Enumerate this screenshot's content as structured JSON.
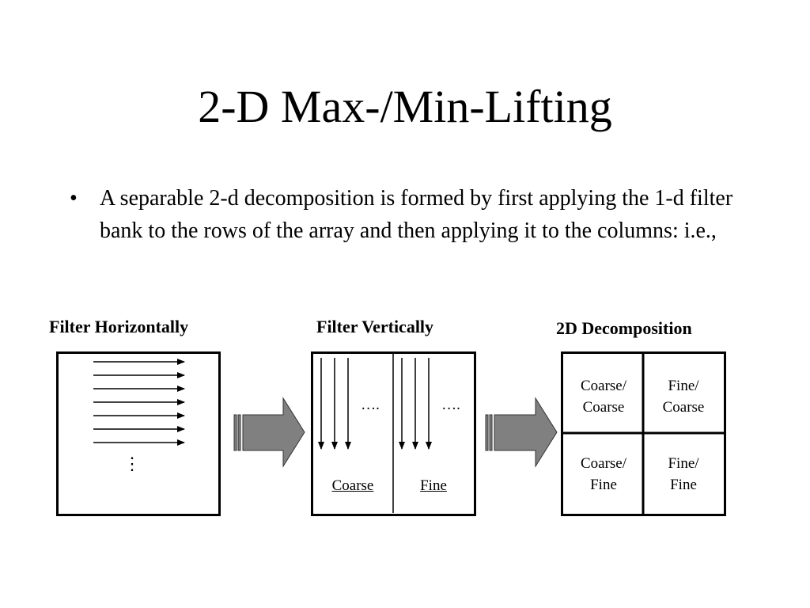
{
  "slide": {
    "title": "2-D Max-/Min-Lifting",
    "bullet_symbol": "•",
    "bullet_text": "A separable 2-d decomposition is formed by first applying the 1-d filter bank to the rows of the array and then applying it to the columns: i.e.,"
  },
  "diagram": {
    "panel1": {
      "label": "Filter Horizontally",
      "ellipsis": "⋮"
    },
    "panel2": {
      "label": "Filter Vertically",
      "left_dots": "….",
      "right_dots": "….",
      "left_caption": "Coarse",
      "right_caption": "Fine"
    },
    "panel3": {
      "label": "2D Decomposition",
      "cells": {
        "top_left": [
          "Coarse/",
          "Coarse"
        ],
        "top_right": [
          "Fine/",
          "Coarse"
        ],
        "bottom_left": [
          "Coarse/",
          "Fine"
        ],
        "bottom_right": [
          "Fine/",
          "Fine"
        ]
      }
    },
    "colors": {
      "block_arrow_fill": "#808080",
      "line": "#000000"
    }
  }
}
